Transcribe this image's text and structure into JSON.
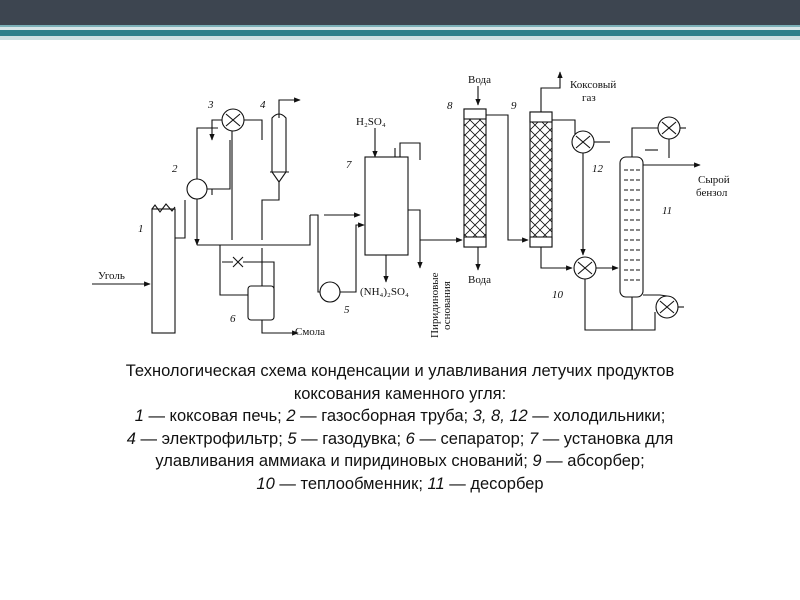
{
  "labels": {
    "coal": "Уголь",
    "water_top": "Вода",
    "water_bottom": "Вода",
    "coke_gas_1": "Коксовый",
    "coke_gas_2": "газ",
    "raw_benzol_1": "Сырой",
    "raw_benzol_2": "бензол",
    "tar": "Смола",
    "h2so4": "H₂SO₄",
    "ammonium_sulfate": "(NH₄)₂SO₄",
    "pyridine_1": "Пиридиновые",
    "pyridine_2": "основания"
  },
  "numbers": {
    "n1": "1",
    "n2": "2",
    "n3": "3",
    "n4": "4",
    "n5": "5",
    "n6": "6",
    "n7": "7",
    "n8": "8",
    "n9": "9",
    "n10": "10",
    "n11": "11",
    "n12": "12"
  },
  "caption": {
    "title_line1": "Технологическая схема конденсации и улавливания летучих продуктов",
    "title_line2": "коксования каменного угля:",
    "l3": [
      {
        "n": "1",
        "t": " — коксовая печь; "
      },
      {
        "n": "2",
        "t": " — газосборная труба; "
      },
      {
        "n": "3, 8, 12",
        "t": " — холодильники;"
      }
    ],
    "l4": [
      {
        "n": "4",
        "t": " — электрофильтр; "
      },
      {
        "n": "5",
        "t": " — газодувка; "
      },
      {
        "n": "6",
        "t": " — сепаратор; "
      },
      {
        "n": "7",
        "t": " — установка для"
      }
    ],
    "l5": [
      {
        "n": "",
        "t": "улавливания аммиака и пиридиновых снований; "
      },
      {
        "n": "9",
        "t": " — абсорбер;"
      }
    ],
    "l6": [
      {
        "n": "10",
        "t": " — теплообменник; "
      },
      {
        "n": "11",
        "t": " — десорбер"
      }
    ]
  }
}
